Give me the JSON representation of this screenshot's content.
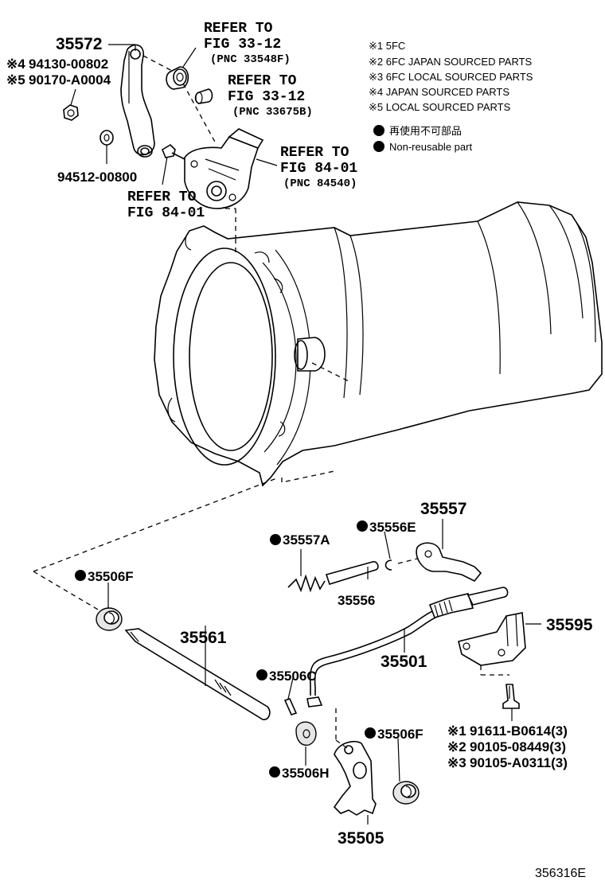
{
  "labels": {
    "p35572": "35572",
    "n1_prefix": "※4",
    "n1": "94130-00802",
    "n2_prefix": "※5",
    "n2": "90170-A0004",
    "p94512": "94512-00800",
    "refer1_a": "REFER TO",
    "refer1_b": "FIG 33-12",
    "refer1_c": "(PNC 33548F)",
    "refer2_a": "REFER TO",
    "refer2_b": "FIG 33-12",
    "refer2_c": "(PNC 33675B)",
    "refer3_a": "REFER TO",
    "refer3_b": "FIG 84-01",
    "refer3_c": "(PNC 84540)",
    "refer4_a": "REFER TO",
    "refer4_b": "FIG 84-01",
    "p35557": "35557",
    "p35556E": "35556E",
    "p35557A": "35557A",
    "p35556": "35556",
    "p35506F_top": "35506F",
    "p35561": "35561",
    "p35501": "35501",
    "p35595": "35595",
    "p35506C": "35506C",
    "p35506F_bot": "35506F",
    "p35506H": "35506H",
    "p35505": "35505",
    "b1_prefix": "※1",
    "b1": "91611-B0614(3)",
    "b2_prefix": "※2",
    "b2": "90105-08449(3)",
    "b3_prefix": "※3",
    "b3": "90105-A0311(3)",
    "diagram_code": "356316E"
  },
  "legend": {
    "l1": "※1 5FC",
    "l2": "※2 6FC JAPAN SOURCED PARTS",
    "l3": "※3 6FC LOCAL SOURCED PARTS",
    "l4": "※4 JAPAN SOURCED PARTS",
    "l5": "※5 LOCAL SOURCED PARTS",
    "l6": "再使用不可部品",
    "l7": "Non-reusable part"
  }
}
